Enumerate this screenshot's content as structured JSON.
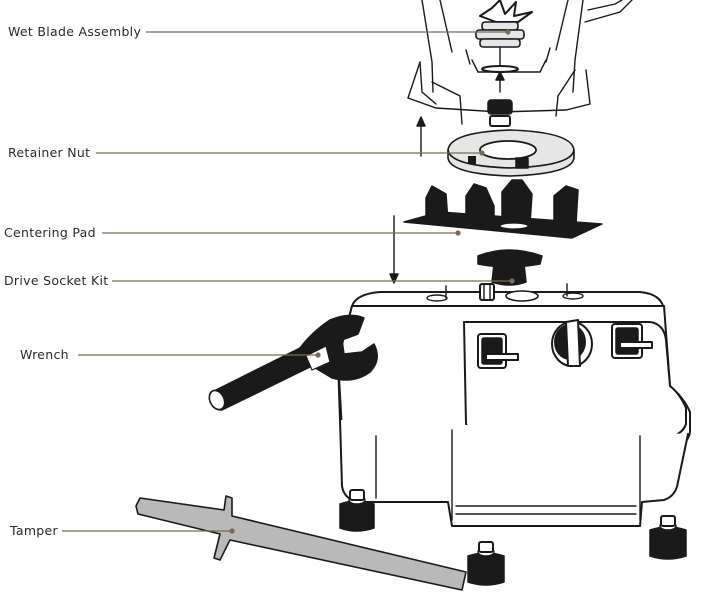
{
  "labels": {
    "wet_blade": "Wet Blade Assembly",
    "retainer_nut": "Retainer Nut",
    "centering_pad": "Centering Pad",
    "drive_socket": "Drive Socket Kit",
    "wrench": "Wrench",
    "tamper": "Tamper"
  },
  "colors": {
    "leader": "#7a6a58",
    "outline": "#1a1a1a",
    "part_fill_grey": "#b9b9b9"
  }
}
